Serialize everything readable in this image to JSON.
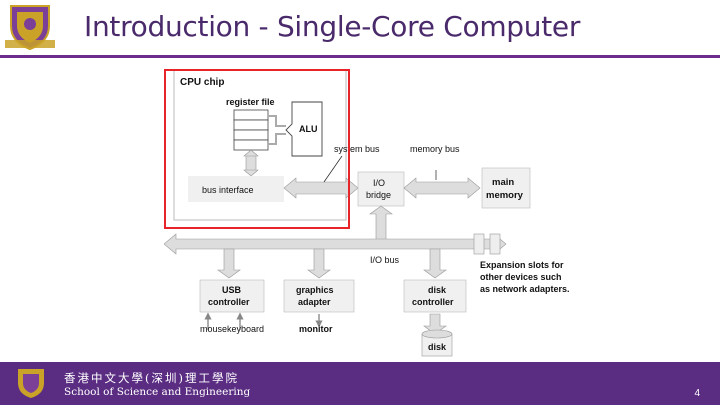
{
  "slide": {
    "title": "Introduction - Single-Core Computer",
    "page_number": "4"
  },
  "footer": {
    "chinese_name": "香港中文大學(深圳)理工學院",
    "english_name": "School of Science and Engineering"
  },
  "diagram": {
    "cpu_chip": "CPU chip",
    "register_file": "register file",
    "alu": "ALU",
    "system_bus": "system bus",
    "memory_bus": "memory bus",
    "bus_interface": "bus interface",
    "io_bridge_line1": "I/O",
    "io_bridge_line2": "bridge",
    "main_memory_line1": "main",
    "main_memory_line2": "memory",
    "io_bus": "I/O bus",
    "expansion_line1": "Expansion slots for",
    "expansion_line2": "other devices such",
    "expansion_line3": "as network adapters.",
    "usb_line1": "USB",
    "usb_line2": "controller",
    "graphics_line1": "graphics",
    "graphics_line2": "adapter",
    "disk_ctrl_line1": "disk",
    "disk_ctrl_line2": "controller",
    "mouse_keyboard": "mousekeyboard",
    "monitor": "monitor",
    "disk": "disk",
    "highlight_color": "#e8232a"
  },
  "colors": {
    "title": "#4a2a6b",
    "accent": "#6b2c8b",
    "footer_bg": "#5a2d82"
  }
}
